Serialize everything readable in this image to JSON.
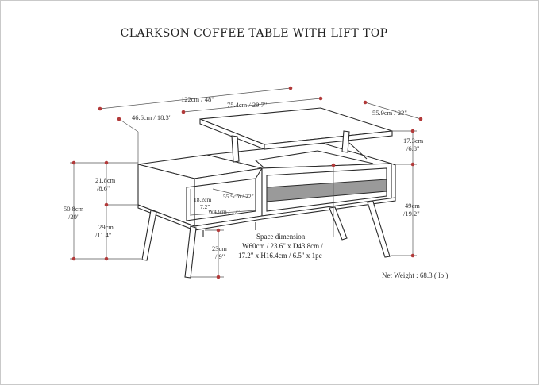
{
  "title": "CLARKSON COFFEE TABLE WITH LIFT TOP",
  "dimensions": {
    "overall_width": "122cm / 48\"",
    "lift_top_width": "75.4cm / 29.7\"",
    "lift_top_depth": "55.9cm / 22\"",
    "depth": "46.6cm / 18.3\"",
    "lift_height_line1": "17.3cm",
    "lift_height_line2": "/6.8\"",
    "overall_height_line1": "50.8cm",
    "overall_height_line2": "/20\"",
    "top_section_line1": "21.8cm",
    "top_section_line2": "/8.6\"",
    "body_height_line1": "29cm",
    "body_height_line2": "/11.4\"",
    "right_height_line1": "49cm",
    "right_height_line2": "/19.2\"",
    "leg_height_line1": "23cm",
    "leg_height_line2": "/ 9\"",
    "cubby_height_line1": "18.2cm",
    "cubby_height_line2": "7.2\"",
    "cubby_depth": "55.9cm / 22\"",
    "cubby_width": "W43cm / 17\""
  },
  "space_dimension": {
    "heading": "Space dimension:",
    "line1": "W60cm / 23.6\" x D43.8cm /",
    "line2": "17.2\" x H16.4cm / 6.5\" x 1pc"
  },
  "net_weight": "Net Weight : 68.3 ( lb )",
  "colors": {
    "marker": "#b23a3a",
    "line": "#2a2a2a",
    "panel": "#9a9a9a"
  }
}
